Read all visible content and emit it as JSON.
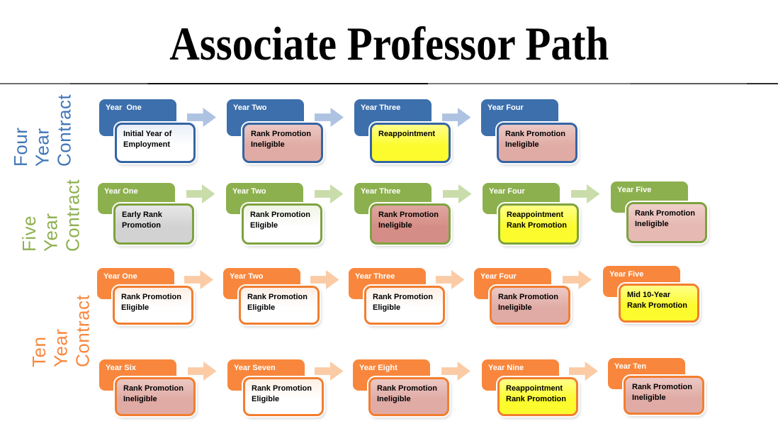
{
  "title": "Associate Professor Path",
  "variants": {
    "white": {
      "top": null,
      "bottom": "#FFFFFF"
    },
    "pink": {
      "top": "#ECC8C4",
      "bottom": "#E0ABA5"
    },
    "pink_dark": {
      "top": "#DFA69F",
      "bottom": "#D58E87"
    },
    "pink_light": {
      "top": "#F0CFCB",
      "bottom": "#E6B9B3"
    },
    "yellow": {
      "top": "#FFFF8A",
      "bottom": "#FBFB2D"
    },
    "gray": {
      "top": "#E7E7E7",
      "bottom": "#D2D2D2"
    }
  },
  "groups": [
    {
      "id": "four-year-contract",
      "label": {
        "lines": [
          "Four",
          "Year",
          "Contract"
        ]
      },
      "colors": {
        "header": "#3C6FAC",
        "border": "#3465A4",
        "arrow": "#AEC3E1",
        "label": "#4176B7",
        "tint": "#E9EFF8"
      },
      "items": [
        {
          "header": "Year  One",
          "body": "Initial Year of Employment",
          "variant": "white"
        },
        {
          "header": "Year Two",
          "body": "Rank Promotion Ineligible",
          "variant": "pink"
        },
        {
          "header": "Year Three",
          "body": "Reappointment",
          "variant": "yellow"
        },
        {
          "header": "Year Four",
          "body": "Rank Promotion Ineligible",
          "variant": "pink"
        }
      ]
    },
    {
      "id": "five-year-contract",
      "label": {
        "lines": [
          "Five",
          "Year",
          "Contract"
        ]
      },
      "colors": {
        "header": "#8DB04F",
        "border": "#7DA23F",
        "arrow": "#C9DCAA",
        "label": "#8DB04F",
        "tint": "#EFF4E5"
      },
      "items": [
        {
          "header": "Year One",
          "body": "Early Rank Promotion",
          "variant": "gray"
        },
        {
          "header": "Year Two",
          "body": "Rank Promotion Eligible",
          "variant": "white"
        },
        {
          "header": "Year Three",
          "body": "Rank Promotion Ineligible",
          "variant": "pink_dark"
        },
        {
          "header": "Year Four",
          "body": "Reappointment Rank Promotion",
          "variant": "yellow"
        },
        {
          "header": "Year Five",
          "body": "Rank Promotion Ineligible",
          "variant": "pink_light"
        }
      ]
    },
    {
      "id": "ten-year-contract-a",
      "label": {
        "lines": [
          "Ten",
          "Year",
          "Contract"
        ]
      },
      "colors": {
        "header": "#F8873D",
        "border": "#F27E30",
        "arrow": "#FBCBA5",
        "label": "#F8873D",
        "tint": "#FDEFE5"
      },
      "items": [
        {
          "header": "Year One",
          "body": "Rank Promotion Eligible",
          "variant": "white"
        },
        {
          "header": "Year Two",
          "body": "Rank Promotion Eligible",
          "variant": "white"
        },
        {
          "header": "Year Three",
          "body": "Rank Promotion Eligible",
          "variant": "white"
        },
        {
          "header": "Year Four",
          "body": "Rank Promotion Ineligible",
          "variant": "pink"
        },
        {
          "header": "Year Five",
          "body": "Mid 10-Year Rank Promotion",
          "variant": "yellow"
        }
      ]
    },
    {
      "id": "ten-year-contract-b",
      "label": null,
      "colors": {
        "header": "#F8873D",
        "border": "#F27E30",
        "arrow": "#FBCBA5",
        "label": "#F8873D",
        "tint": "#FDEFE5"
      },
      "items": [
        {
          "header": "Year Six",
          "body": "Rank Promotion Ineligible",
          "variant": "pink"
        },
        {
          "header": "Year Seven",
          "body": "Rank Promotion Eligible",
          "variant": "white"
        },
        {
          "header": "Year Eight",
          "body": "Rank Promotion Ineligible",
          "variant": "pink"
        },
        {
          "header": "Year Nine",
          "body": "Reappointment Rank Promotion",
          "variant": "yellow"
        },
        {
          "header": "Year Ten",
          "body": "Rank Promotion Ineligible",
          "variant": "pink"
        }
      ]
    }
  ]
}
